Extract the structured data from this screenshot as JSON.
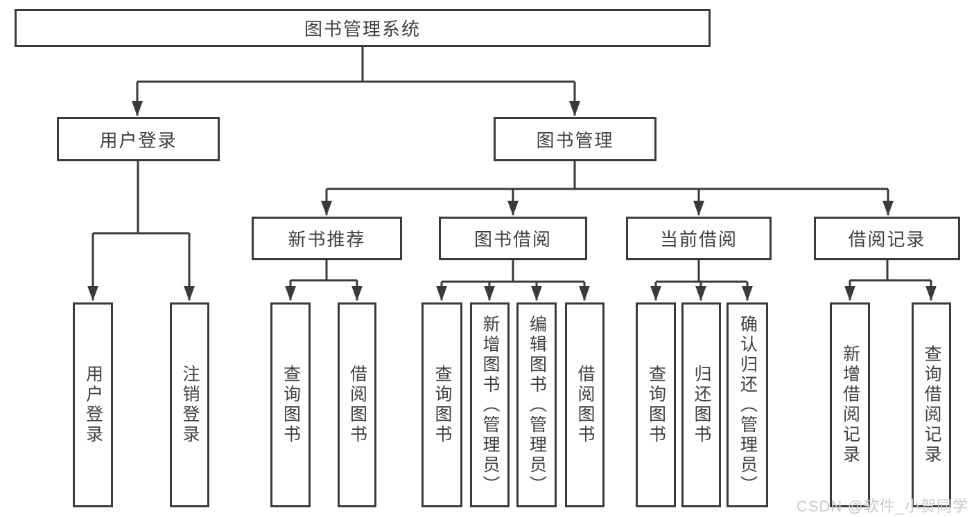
{
  "diagram": {
    "type": "hierarchy-tree",
    "colors": {
      "line": "#3a3a3a",
      "box_border": "#3a3a3a",
      "text": "#3f3f3f",
      "background": "#ffffff",
      "watermark_text_color": "#c9c9c9"
    },
    "tree": {
      "label": "图书管理系统",
      "children": [
        {
          "label": "用户登录",
          "children": [
            {
              "label": "用户登录"
            },
            {
              "label": "注销登录"
            }
          ]
        },
        {
          "label": "图书管理",
          "children": [
            {
              "label": "新书推荐",
              "children": [
                {
                  "label": "查询图书"
                },
                {
                  "label": "借阅图书"
                }
              ]
            },
            {
              "label": "图书借阅",
              "children": [
                {
                  "label": "查询图书"
                },
                {
                  "label": "新增图书（管理员）"
                },
                {
                  "label": "编辑图书（管理员）"
                },
                {
                  "label": "借阅图书"
                }
              ]
            },
            {
              "label": "当前借阅",
              "children": [
                {
                  "label": "查询图书"
                },
                {
                  "label": "归还图书"
                },
                {
                  "label": "确认归还（管理员）"
                }
              ]
            },
            {
              "label": "借阅记录",
              "children": [
                {
                  "label": "新增借阅记录"
                },
                {
                  "label": "查询借阅记录"
                }
              ]
            }
          ]
        }
      ]
    },
    "watermark": "CSDN @软件_小贺同学"
  }
}
